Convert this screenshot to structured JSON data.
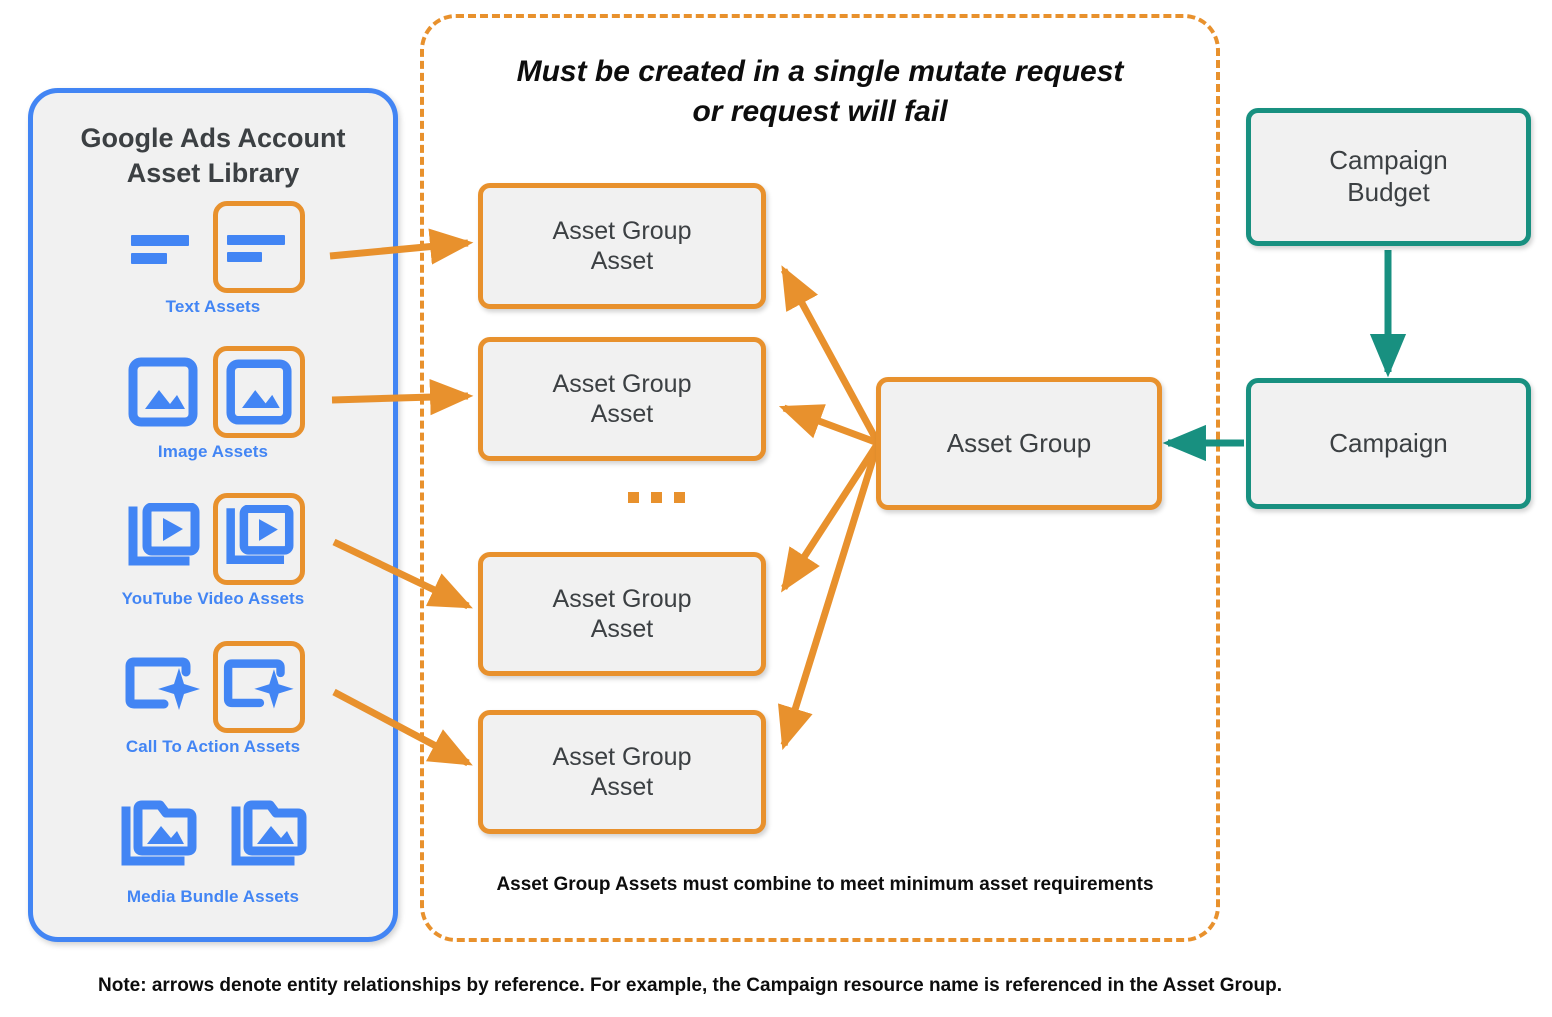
{
  "sidebar": {
    "title": "Google Ads Account\nAsset Library",
    "title_line1": "Google Ads Account",
    "title_line2": "Asset Library",
    "border_color": "#4285F4",
    "items": [
      {
        "label": "Text Assets",
        "icon": "text-lines-icon",
        "highlighted": true
      },
      {
        "label": "Image Assets",
        "icon": "image-icon",
        "highlighted": true
      },
      {
        "label": "YouTube Video  Assets",
        "icon": "video-stack-icon",
        "highlighted": true
      },
      {
        "label": "Call To Action Assets",
        "icon": "call-to-action-icon",
        "highlighted": true
      },
      {
        "label": "Media Bundle  Assets",
        "icon": "media-bundle-icon",
        "highlighted": false
      }
    ]
  },
  "mutate_container": {
    "heading_line1": "Must be created in a single mutate request",
    "heading_line2": "or request will fail",
    "footer_text": "Asset Group Assets must combine to meet minimum asset requirements",
    "border_color": "#E8912D",
    "border_style": "dashed",
    "ellipsis": "..."
  },
  "asset_group_assets": [
    {
      "label_line1": "Asset Group",
      "label_line2": "Asset"
    },
    {
      "label_line1": "Asset Group",
      "label_line2": "Asset"
    },
    {
      "label_line1": "Asset Group",
      "label_line2": "Asset"
    },
    {
      "label_line1": "Asset Group",
      "label_line2": "Asset"
    }
  ],
  "asset_group": {
    "label": "Asset Group",
    "border_color": "#E8912D"
  },
  "campaign_budget": {
    "label_line1": "Campaign",
    "label_line2": "Budget",
    "border_color": "#189080"
  },
  "campaign": {
    "label": "Campaign",
    "border_color": "#189080"
  },
  "footer": {
    "note": "Note: arrows denote entity relationships by reference. For example, the Campaign resource name is referenced in the Asset Group."
  },
  "colors": {
    "orange": "#E8912D",
    "teal": "#189080",
    "blue": "#4285F4",
    "node_fill": "#f1f1f1",
    "text_dark": "#3c4043"
  }
}
